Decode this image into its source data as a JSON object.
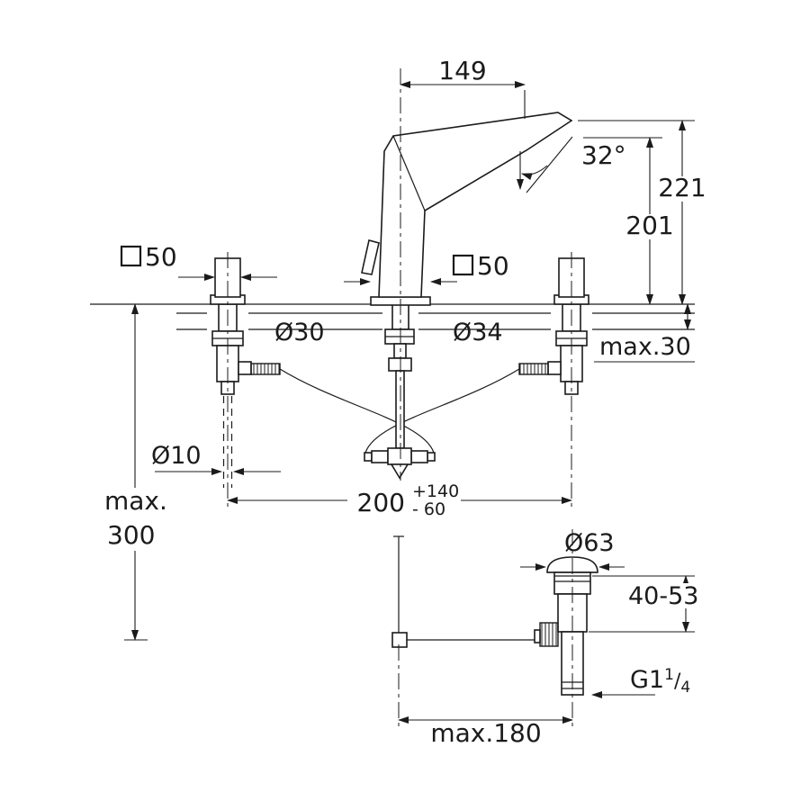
{
  "meta": {
    "type": "technical-installation-drawing",
    "product": "three-hole-basin-mixer-with-popup-waste"
  },
  "colors": {
    "ink": "#1b1b1b",
    "background": "#ffffff"
  },
  "dimensions": {
    "spout_reach": "149",
    "angle": "32°",
    "height_total": "221",
    "height_spout": "201",
    "left_handle_square": "50",
    "spout_square": "50",
    "left_hole": "Ø30",
    "center_hole": "Ø34",
    "deck_max": "max.30",
    "rod_dia": "Ø10",
    "spread": "200",
    "spread_plus": "+140",
    "spread_minus": "- 60",
    "depth_max_line1": "max.",
    "depth_max_line2": "300",
    "waste_flange": "Ø63",
    "waste_range": "40-53",
    "thread_g": "G1",
    "thread_num": "1",
    "thread_slash": "/",
    "thread_den": "4",
    "rod_len": "max.180"
  }
}
